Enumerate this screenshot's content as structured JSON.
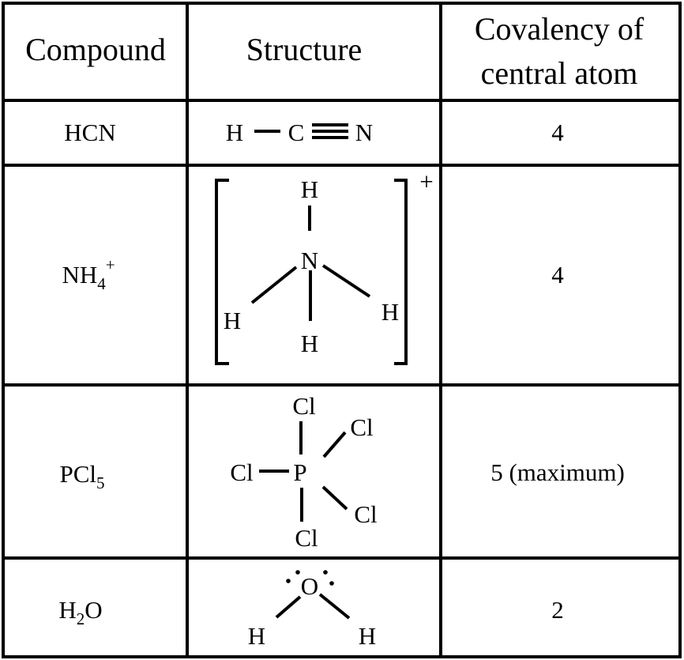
{
  "headers": {
    "compound": "Compound",
    "structure": "Structure",
    "covalency_line1": "Covalency of",
    "covalency_line2": "central atom"
  },
  "rows": [
    {
      "compound": "HCN",
      "atoms": {
        "h": "H",
        "c": "C",
        "n": "N"
      },
      "covalency": "4"
    },
    {
      "compound_base": "NH",
      "compound_sub": "4",
      "compound_sup": "+",
      "atoms": {
        "center": "N",
        "h": "H"
      },
      "charge": "+",
      "covalency": "4"
    },
    {
      "compound_base": "PCl",
      "compound_sub": "5",
      "atoms": {
        "center": "P",
        "cl": "Cl"
      },
      "covalency": "5 (maximum)"
    },
    {
      "compound_base": "H",
      "compound_sub": "2",
      "compound_end": "O",
      "atoms": {
        "center": "O",
        "h": "H"
      },
      "covalency": "2"
    }
  ]
}
